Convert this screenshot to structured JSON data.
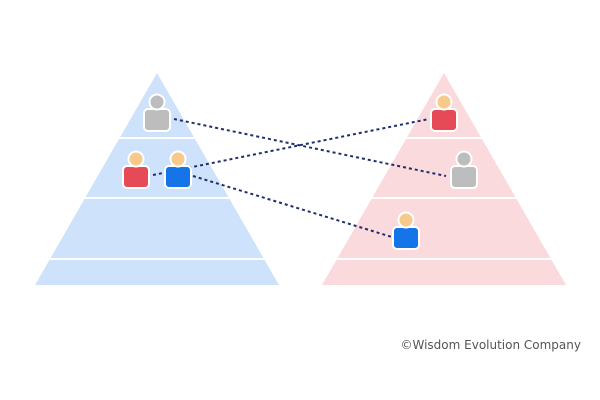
{
  "copyright": "©Wisdom Evolution Company",
  "colors": {
    "left_pyramid": "#cfe2fb",
    "right_pyramid": "#fadadd",
    "tier_divider": "#ffffff",
    "connector": "#1f2f6b",
    "person_gray": "#bdbdbd",
    "person_red": "#e64a57",
    "person_blue": "#1474e8",
    "head": "#f7c98a"
  },
  "left_pyramid": {
    "tiers": 4,
    "people": [
      {
        "id": "left-gray",
        "tier": 1,
        "color": "gray"
      },
      {
        "id": "left-red",
        "tier": 2,
        "color": "red"
      },
      {
        "id": "left-blue",
        "tier": 2,
        "color": "blue"
      }
    ]
  },
  "right_pyramid": {
    "tiers": 4,
    "people": [
      {
        "id": "right-red",
        "tier": 1,
        "color": "red"
      },
      {
        "id": "right-gray",
        "tier": 2,
        "color": "gray"
      },
      {
        "id": "right-blue",
        "tier": 3,
        "color": "blue"
      }
    ]
  },
  "connections": [
    {
      "from": "left-gray",
      "to": "right-gray"
    },
    {
      "from": "left-red",
      "to": "right-red"
    },
    {
      "from": "left-blue",
      "to": "right-blue"
    }
  ]
}
